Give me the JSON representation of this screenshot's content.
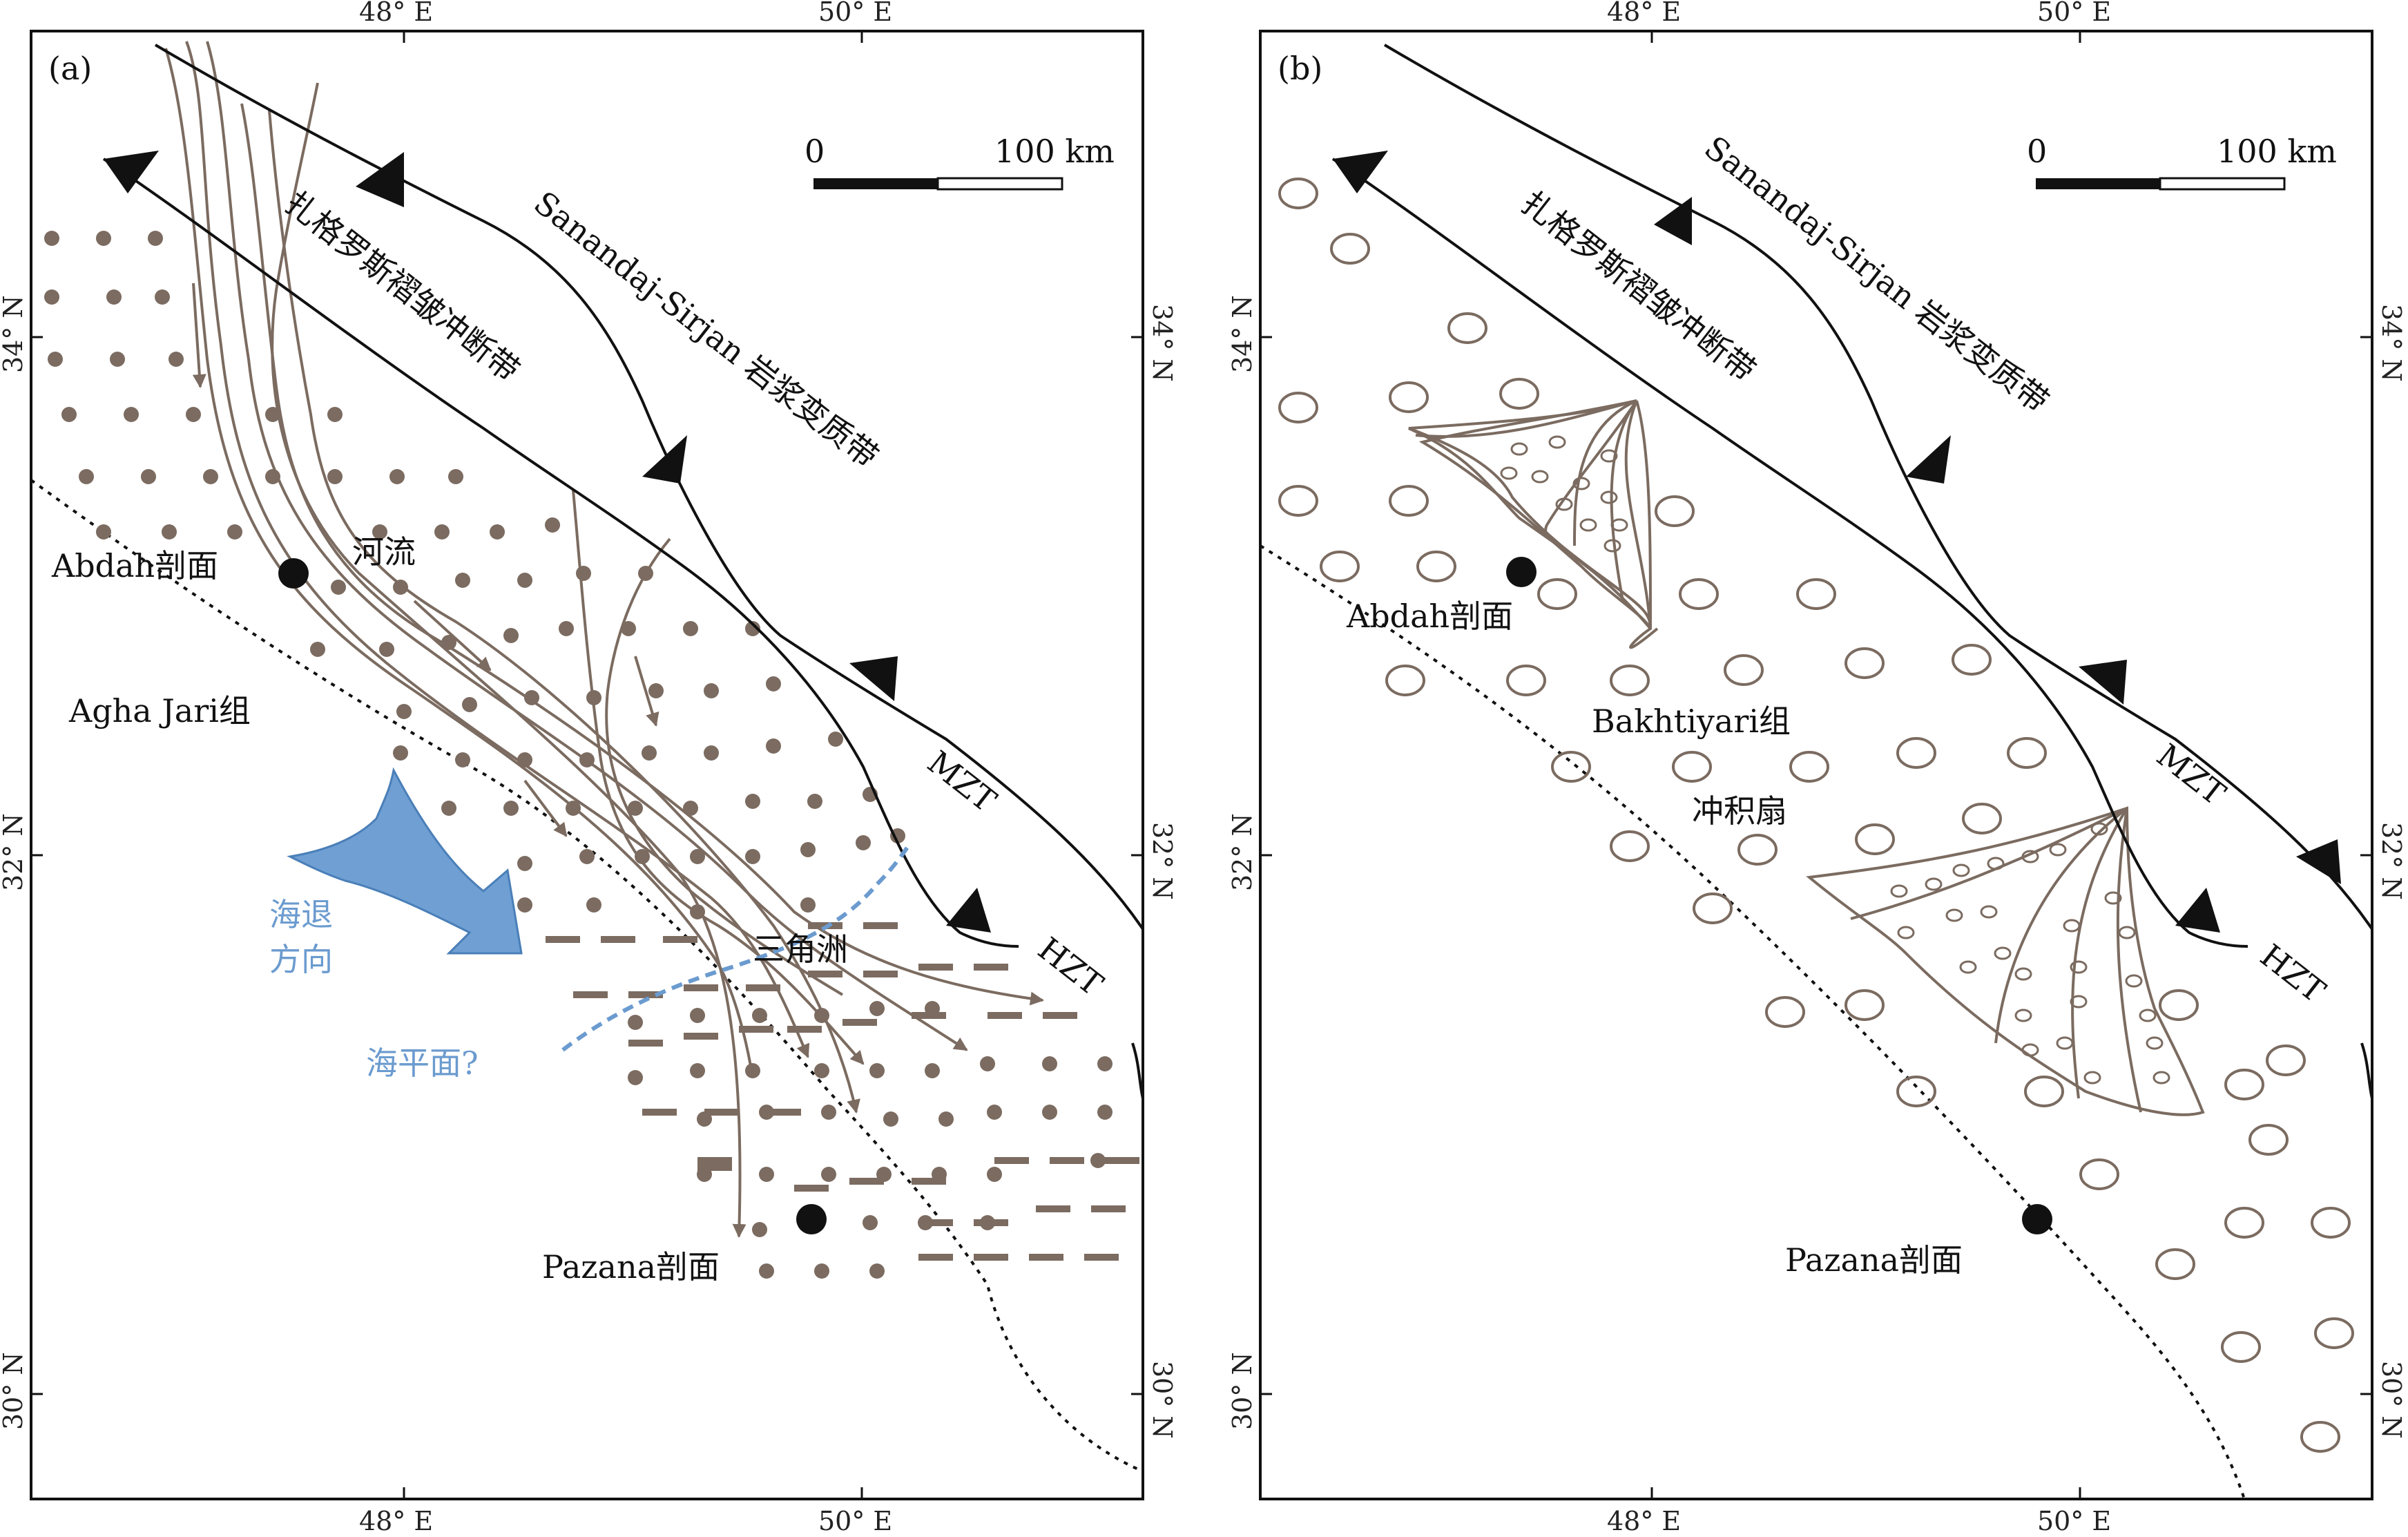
{
  "colors": {
    "ink": "#111111",
    "brown": "#7b6b60",
    "blue": "#6b9bcf",
    "arrow_fill": "#6f9fd3"
  },
  "panel_a": {
    "label": "(a)",
    "scale": {
      "zero": "0",
      "end": "100 km"
    },
    "belt_zagros": "扎格罗斯褶皱冲断带",
    "belt_ss": "Sanandaj-Sirjan 岩浆变质带",
    "mzt": "MZT",
    "hzt": "HZT",
    "abdah": "Abdah剖面",
    "river": "河流",
    "agha_jari": "Agha Jari组",
    "regression_1": "海退",
    "regression_2": "方向",
    "delta": "三角洲",
    "sealevel": "海平面?",
    "pazana": "Pazana剖面"
  },
  "panel_b": {
    "label": "(b)",
    "scale": {
      "zero": "0",
      "end": "100 km"
    },
    "belt_zagros": "扎格罗斯褶皱冲断带",
    "belt_ss": "Sanandaj-Sirjan 岩浆变质带",
    "mzt": "MZT",
    "hzt": "HZT",
    "abdah": "Abdah剖面",
    "bakhtiyari": "Bakhtiyari组",
    "fan": "冲积扇",
    "pazana": "Pazana剖面"
  },
  "ticks": {
    "lon_48": "48° E",
    "lon_50": "50° E",
    "lat_34": "34° N",
    "lat_32": "32° N",
    "lat_30": "30° N"
  }
}
